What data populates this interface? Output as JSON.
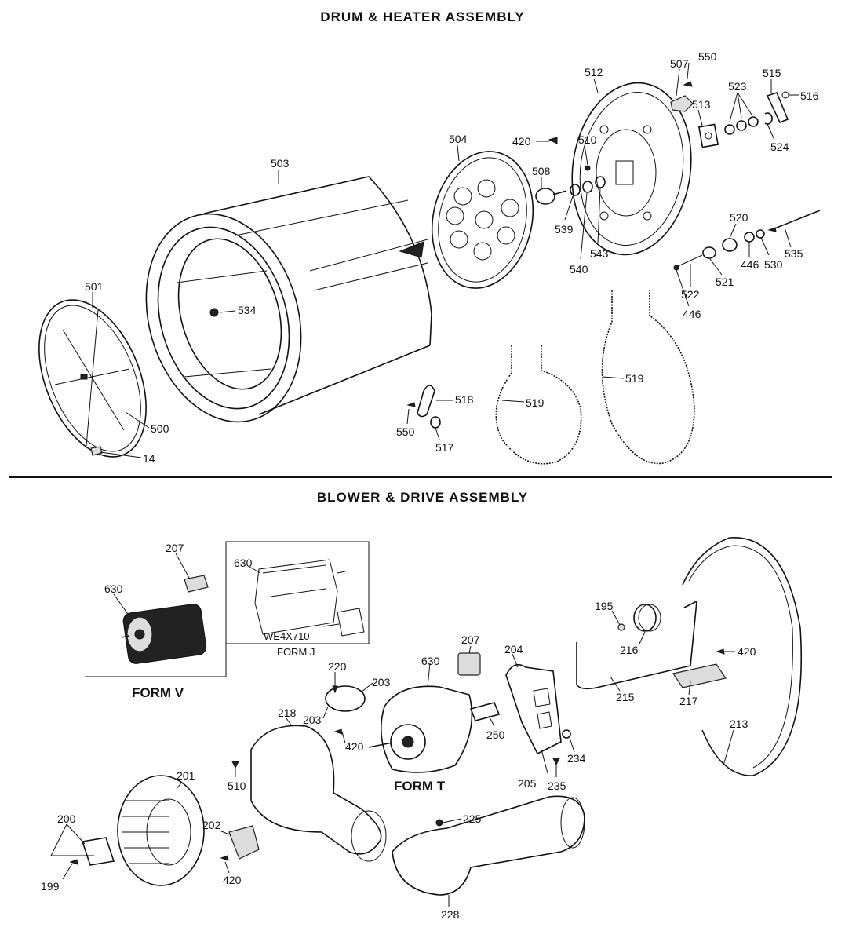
{
  "titles": {
    "drum_heater": "DRUM & HEATER ASSEMBLY",
    "blower_drive": "BLOWER & DRIVE ASSEMBLY"
  },
  "forms": {
    "form_v": "FORM V",
    "form_j": "FORM J",
    "form_t": "FORM T",
    "we4x710": "WE4X710"
  },
  "callouts_drum": {
    "c500": "500",
    "c501": "501",
    "c14": "14",
    "c503": "503",
    "c534": "534",
    "c504": "504",
    "c420": "420",
    "c508": "508",
    "c510": "510",
    "c539": "539",
    "c540": "540",
    "c543": "543",
    "c512": "512",
    "c507": "507",
    "c550a": "550",
    "c513": "513",
    "c523": "523",
    "c515": "515",
    "c516": "516",
    "c524": "524",
    "c520": "520",
    "c521": "521",
    "c446a": "446",
    "c530": "530",
    "c535": "535",
    "c522": "522",
    "c446b": "446",
    "c518": "518",
    "c550b": "550",
    "c517": "517",
    "c519a": "519",
    "c519b": "519"
  },
  "callouts_blower": {
    "c207a": "207",
    "c630a": "630",
    "c630b": "630",
    "c195": "195",
    "c216": "216",
    "c420a": "420",
    "c215": "215",
    "c217": "217",
    "c213": "213",
    "c220": "220",
    "c203a": "203",
    "c203b": "203",
    "c630c": "630",
    "c207b": "207",
    "c204": "204",
    "c218": "218",
    "c420b": "420",
    "c250": "250",
    "c234": "234",
    "c205": "205",
    "c235": "235",
    "c510": "510",
    "c201": "201",
    "c202": "202",
    "c200": "200",
    "c199": "199",
    "c420c": "420",
    "c225": "225",
    "c228": "228"
  }
}
